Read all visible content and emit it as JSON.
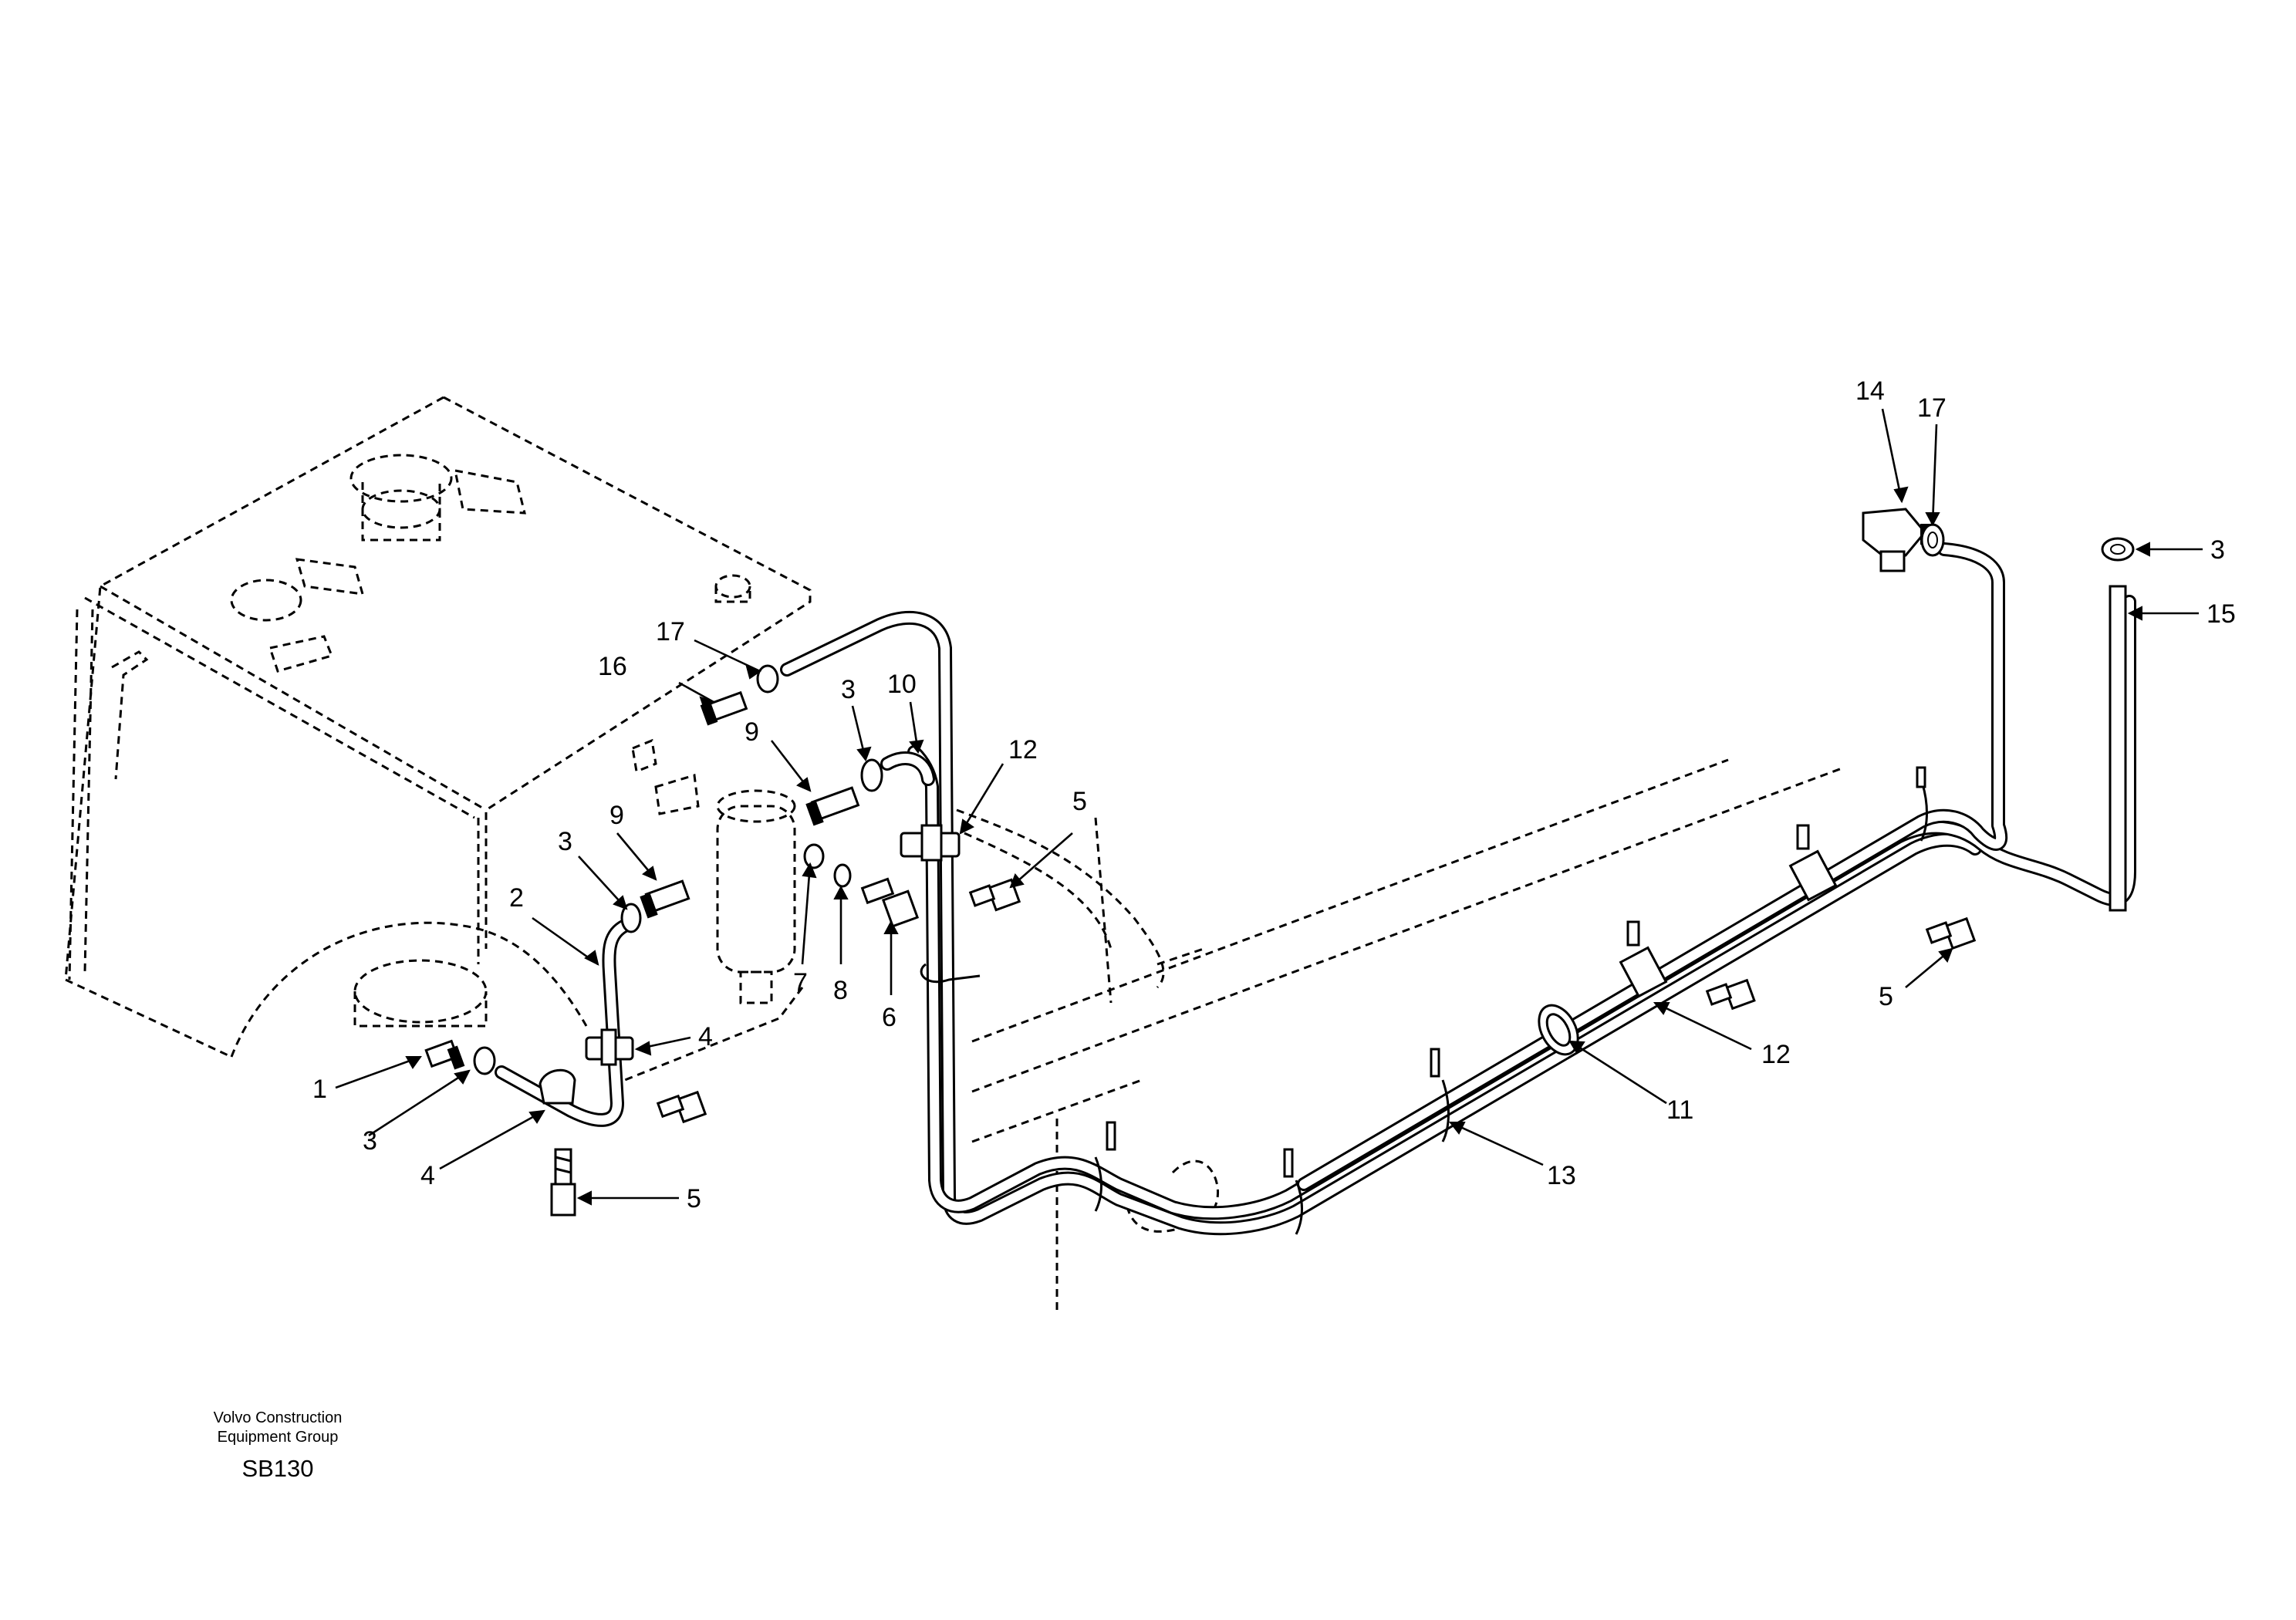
{
  "footer": {
    "company_line1": "Volvo Construction",
    "company_line2": "Equipment Group",
    "code": "SB130"
  },
  "callouts": {
    "c1": "1",
    "c2": "2",
    "c3a": "3",
    "c3b": "3",
    "c3c": "3",
    "c3d": "3",
    "c4a": "4",
    "c4b": "4",
    "c5a": "5",
    "c5b": "5",
    "c5c": "5",
    "c6": "6",
    "c7": "7",
    "c8": "8",
    "c9a": "9",
    "c9b": "9",
    "c10": "10",
    "c11": "11",
    "c12a": "12",
    "c12b": "12",
    "c13": "13",
    "c14": "14",
    "c15": "15",
    "c16": "16",
    "c17a": "17",
    "c17b": "17"
  },
  "colors": {
    "line": "#000000",
    "background": "#ffffff"
  }
}
